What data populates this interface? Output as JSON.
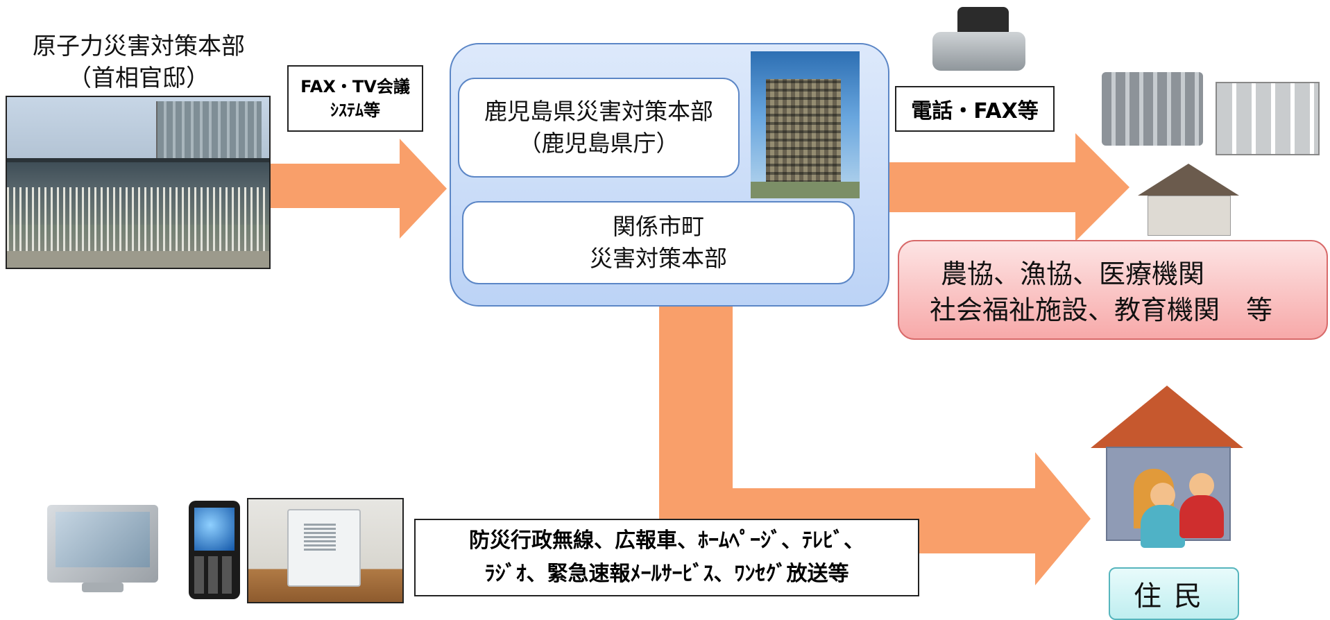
{
  "national_hq": {
    "title_line1": "原子力災害対策本部",
    "title_line2": "（首相官邸）"
  },
  "channel_national_to_pref": {
    "line1": "FAX・TV会議",
    "line2": "ｼｽﾃﾑ等"
  },
  "prefecture_group": {
    "pref_hq": {
      "line1": "鹿児島県災害対策本部",
      "line2": "（鹿児島県庁）"
    },
    "municipal_hq": {
      "line1": "関係市町",
      "line2": "災害対策本部"
    }
  },
  "channel_pref_to_orgs": {
    "label": "電話・FAX等"
  },
  "organizations": {
    "line1": "農協、漁協、医療機関",
    "line2": "社会福祉施設、教育機関　等"
  },
  "channel_to_residents": {
    "line1": "防災行政無線、広報車、ﾎｰﾑﾍﾟｰｼﾞ、ﾃﾚﾋﾞ、",
    "line2": "ﾗｼﾞｵ、緊急速報ﾒｰﾙｻｰﾋﾞｽ、ﾜﾝｾｸﾞ放送等"
  },
  "residents": {
    "label": "住民"
  },
  "colors": {
    "arrow": "#f99f6a",
    "group_fill": "#c9dcf8",
    "group_border": "#5b86c6",
    "org_fill": "#f8b5b5",
    "resident_fill": "#cdf1f3"
  },
  "icons": [
    "building-photo",
    "prefectural-office-photo",
    "fax-icon",
    "building-icon",
    "house-icon",
    "tv-icon",
    "mobile-phone-icon",
    "radio-receiver-photo",
    "residents-house-icon"
  ]
}
